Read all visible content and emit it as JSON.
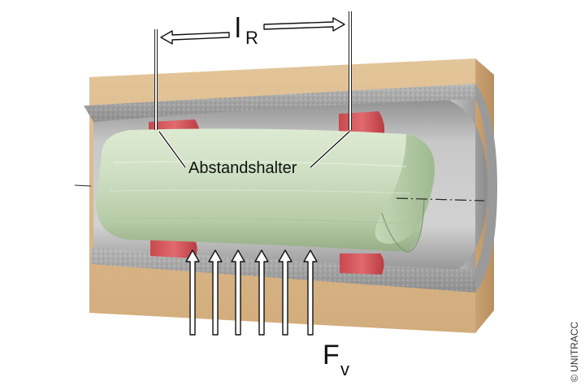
{
  "labels": {
    "length_symbol": "l",
    "length_subscript": "R",
    "spacer": "Abstandshalter",
    "force_symbol": "F",
    "force_subscript": "v"
  },
  "copyright": "© UNITRACC",
  "colors": {
    "soil": "#dcb98b",
    "concrete": "#a7a7a7",
    "liner": "#c6d8bb",
    "spacer": "#d55a5e",
    "arrow_fill": "#ffffff",
    "arrow_stroke": "#111111"
  }
}
